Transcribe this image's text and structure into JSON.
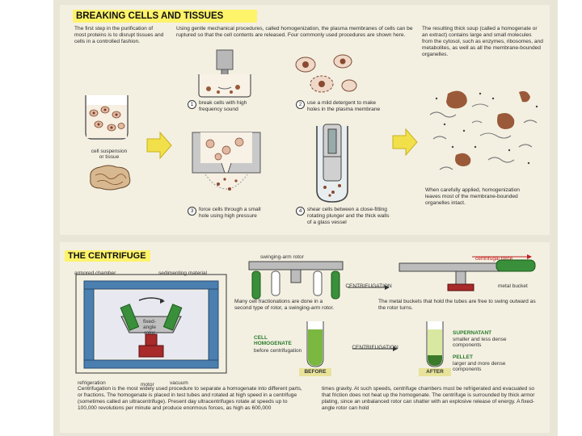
{
  "top": {
    "title": "BREAKING CELLS AND TISSUES",
    "intro": "The first step in the purification of most proteins is to disrupt tissues and cells in a controlled fashion.",
    "methods_intro": "Using gentle mechanical procedures, called homogenization, the plasma membranes of cells can be ruptured so that the cell contents are released. Four commonly used procedures are shown here.",
    "result": "The resulting thick soup (called a homogenate or an extract) contains large and small molecules from the cytosol, such as enzymes, ribosomes, and metabolites, as well as all the membrane-bounded organelles.",
    "cell_label": "cell suspension or tissue",
    "step1_number": "1",
    "step1": "break cells with high frequency sound",
    "step2_number": "2",
    "step2": "use a mild detergent to make holes in the plasma membrane",
    "step3_number": "3",
    "step3": "force cells through a small hole using high pressure",
    "step4_number": "4",
    "step4": "shear cells between a close-fitting rotating plunger and the thick walls of a glass vessel",
    "conclusion": "When carefully applied, homogenization leaves most of the membrane-bounded organelles intact."
  },
  "bottom": {
    "title": "THE CENTRIFUGE",
    "armored_chamber": "armored chamber",
    "refrigeration": "refrigeration",
    "motor": "motor",
    "vacuum": "vacuum",
    "sedimenting_material": "sedimenting material",
    "rotor_label": "fixed-angle rotor",
    "swinging_arm_rotor": "swinging-arm rotor",
    "centrifugal_force": "centrifugal force",
    "tube": "tube",
    "metal_bucket": "metal bucket",
    "centrifugation": "CENTRIFUGATION",
    "many_fractionations": "Many cell fractionations are done in a second type of rotor, a swinging-arm rotor.",
    "buckets_text": "The metal buckets that hold the tubes are free to swing outward as the rotor turns.",
    "cell_homogenate": "CELL HOMOGENATE",
    "before_centrifugation": "before centrifugation",
    "before": "BEFORE",
    "after": "AFTER",
    "supernatant": "SUPERNATANT",
    "supernatant_desc": "smaller and less dense components",
    "pellet": "PELLET",
    "pellet_desc": "larger and more dense components",
    "main_text": "Centrifugation is the most widely used procedure to separate a homogenate into different parts, or fractions. The homogenate is placed in test tubes and rotated at high speed in a centrifuge (sometimes called an ultracentrifuge). Present day ultracentrifuges rotate at speeds up to 100,000 revolutions per minute and produce enormous forces, as high as 600,000",
    "right_text": "times gravity. At such speeds, centrifuge chambers must be refrigerated and evacuated so that friction does not heat up the homogenate. The centrifuge is surrounded by thick armor plating, since an unbalanced rotor can shatter with an explosive release of energy. A fixed-angle rotor can hold"
  },
  "colors": {
    "header_yellow": "#fff36a",
    "arrow_yellow": "#f2e04a",
    "organelle_brown": "#9a5a3a",
    "tube_green": "#3a8f3a",
    "chamber_blue": "#4a7fb0",
    "motor_red": "#a82a2a"
  },
  "icons": [
    "beaker-icon",
    "brain-tissue-icon",
    "probe-icon",
    "press-icon",
    "homogenizer-icon",
    "centrifuge-icon",
    "rotor-icon",
    "tube-icon"
  ]
}
